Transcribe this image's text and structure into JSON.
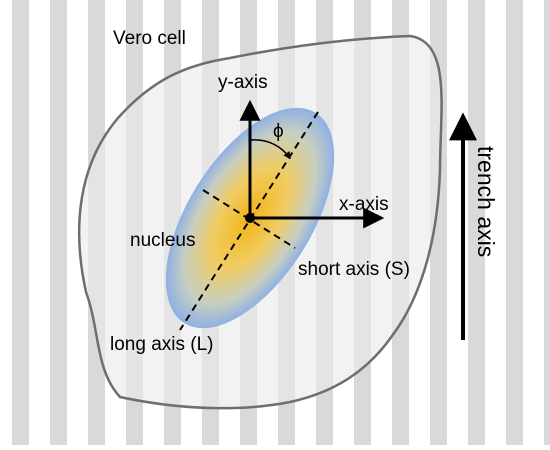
{
  "diagram": {
    "labels": {
      "cell": "Vero cell",
      "y_axis": "y-axis",
      "x_axis": "x-axis",
      "angle": "ϕ",
      "nucleus": "nucleus",
      "short_axis": "short axis (S)",
      "long_axis": "long axis (L)",
      "trench_axis": "trench axis"
    },
    "colors": {
      "stripe": "#d9d9d9",
      "cell_outline": "#6e6e6e",
      "cell_fill": "#f2f2f2",
      "nucleus_edge": "#8fb0e3",
      "nucleus_core": "#f2b418",
      "axis": "#000000"
    }
  }
}
